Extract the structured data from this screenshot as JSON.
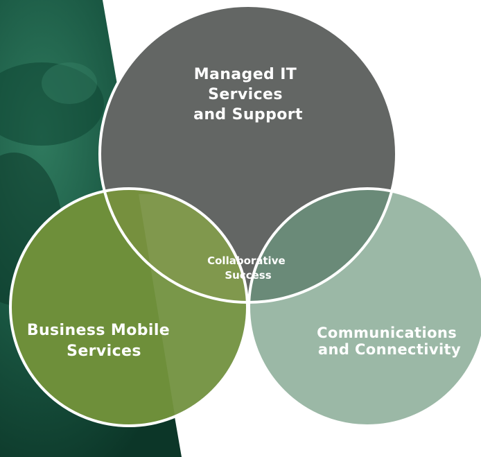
{
  "venn": {
    "top": {
      "line1": "Managed IT",
      "line2": "Services",
      "line3": "and Support",
      "color": "#636664"
    },
    "left": {
      "line1": "Business Mobile",
      "line2": "Services",
      "color": "#6e8f3a"
    },
    "right": {
      "line1": "Communications",
      "line2": "and Connectivity",
      "color": "#9bb8a6"
    },
    "center": {
      "line1": "Collaborative",
      "line2": "Success",
      "color": "#0c5540"
    },
    "overlap_colors": {
      "top_left": "#76903e",
      "top_right": "#6a8a78",
      "left_right": "#7a9d70"
    },
    "outline_color": "#ffffff"
  }
}
